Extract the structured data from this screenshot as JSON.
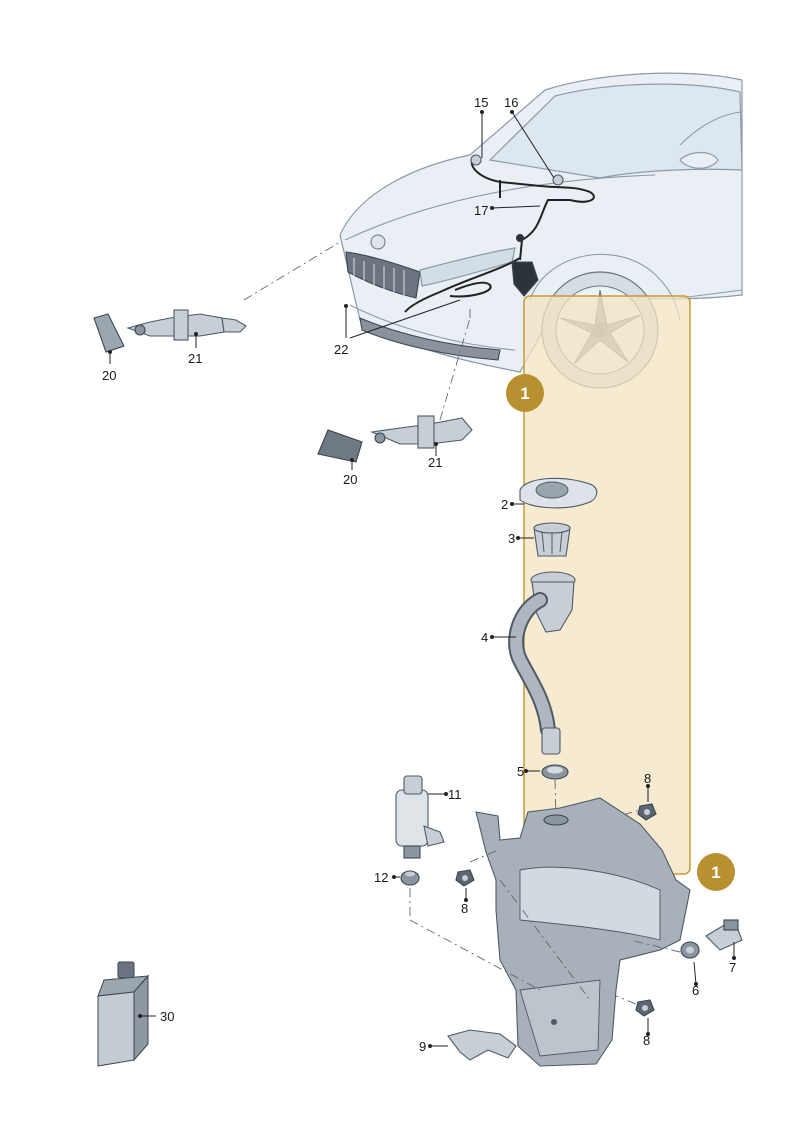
{
  "callouts": {
    "p15": "15",
    "p16": "16",
    "p17": "17",
    "p22": "22",
    "p20a": "20",
    "p21a": "21",
    "p20b": "20",
    "p21b": "21",
    "p2": "2",
    "p3": "3",
    "p4": "4",
    "p5": "5",
    "p8a": "8",
    "p11": "11",
    "p12": "12",
    "p8b": "8",
    "p7": "7",
    "p6": "6",
    "p8c": "8",
    "p9": "9",
    "p30": "30"
  },
  "badges": {
    "top": "1",
    "bottom": "1"
  },
  "colors": {
    "highlight_fill": "#f3e3c2",
    "highlight_stroke": "#c79a38",
    "badge": "#b8902f"
  }
}
